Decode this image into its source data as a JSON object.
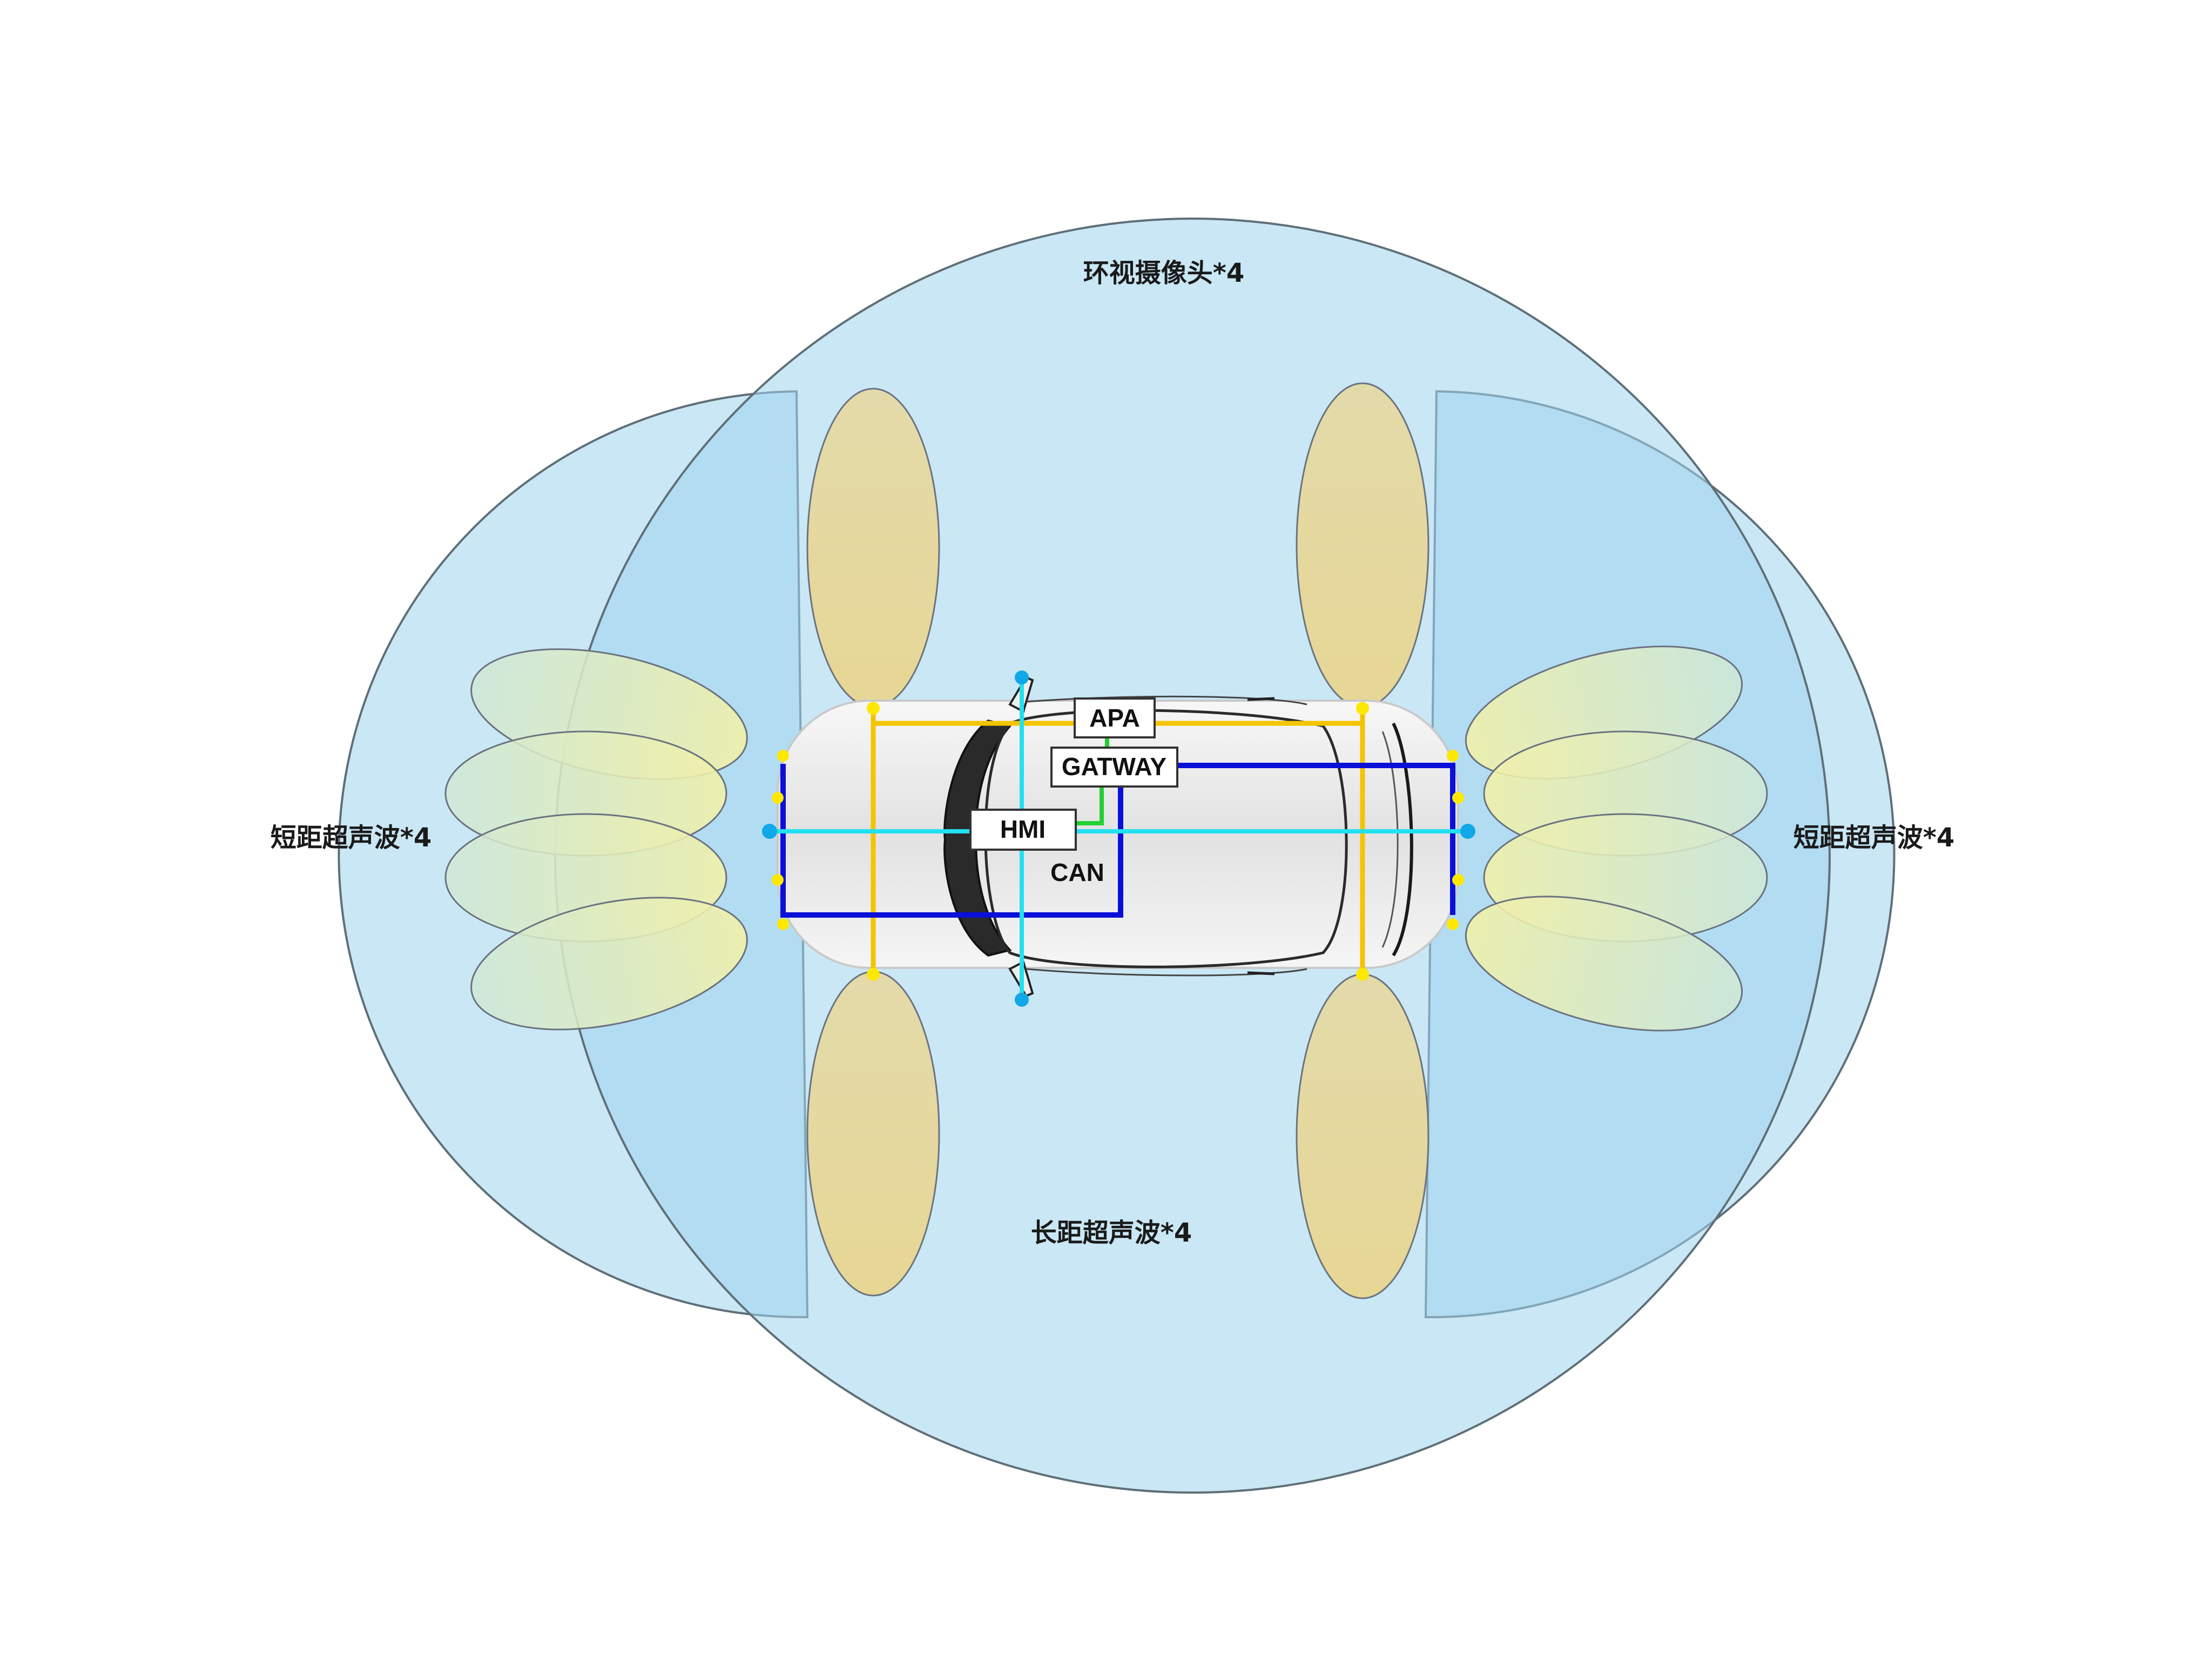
{
  "labels": {
    "surround_camera": "环视摄像头*4",
    "long_range_ultrasonic": "长距超声波*4",
    "short_range_ultrasonic_left": "短距超声波*4",
    "short_range_ultrasonic_right": "短距超声波*4"
  },
  "modules": {
    "apa": "APA",
    "gateway": "GATWAY",
    "hmi": "HMI",
    "can": "CAN"
  },
  "colors": {
    "camera_zone": "#9fd3ec",
    "ultrasonic_lobe_long": "#e8d89a",
    "ultrasonic_lobe_short": "#e6ecb4",
    "bus_yellow": "#f5c400",
    "bus_blue": "#0a10d8",
    "bus_cyan": "#22e0f0",
    "bus_green": "#22d030",
    "node_yellow": "#ffe800",
    "node_cyan": "#10a8e8",
    "car_body": "#eeeeee",
    "car_outline": "#222222"
  }
}
